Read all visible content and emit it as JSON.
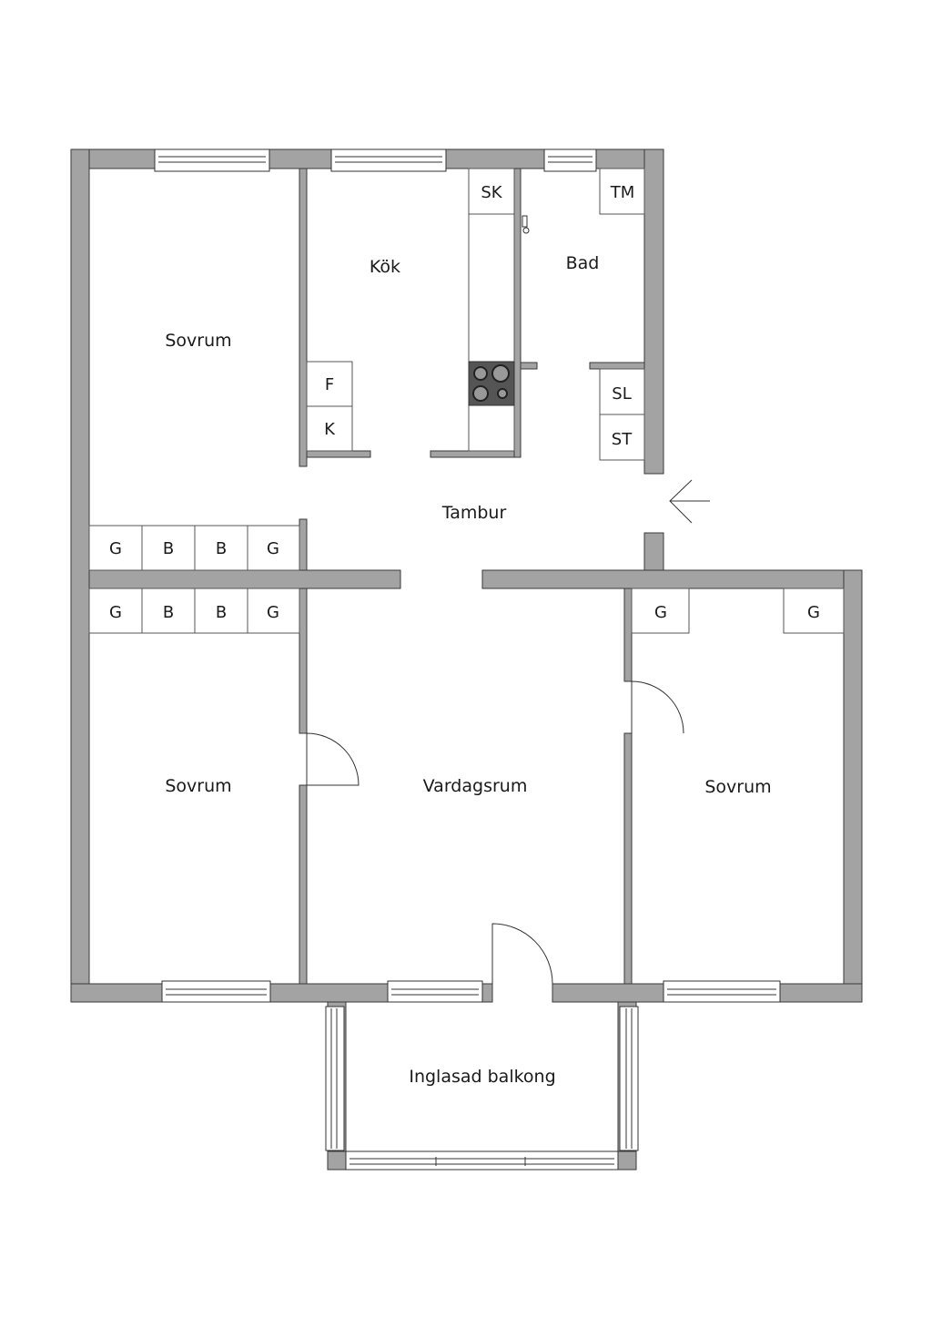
{
  "rooms": {
    "bedroom_top": "Sovrum",
    "kitchen": "Kök",
    "bath": "Bad",
    "hall": "Tambur",
    "bedroom_left": "Sovrum",
    "living": "Vardagsrum",
    "bedroom_right": "Sovrum",
    "balcony": "Inglasad balkong"
  },
  "fixtures": {
    "sk": "SK",
    "tm": "TM",
    "f": "F",
    "k": "K",
    "sl": "SL",
    "st": "ST",
    "closets_top": [
      "G",
      "B",
      "B",
      "G"
    ],
    "closets_left": [
      "G",
      "B",
      "B",
      "G"
    ],
    "closets_right": [
      "G",
      "G"
    ]
  },
  "colors": {
    "wall": "#a3a3a3",
    "stove": "#555555"
  }
}
